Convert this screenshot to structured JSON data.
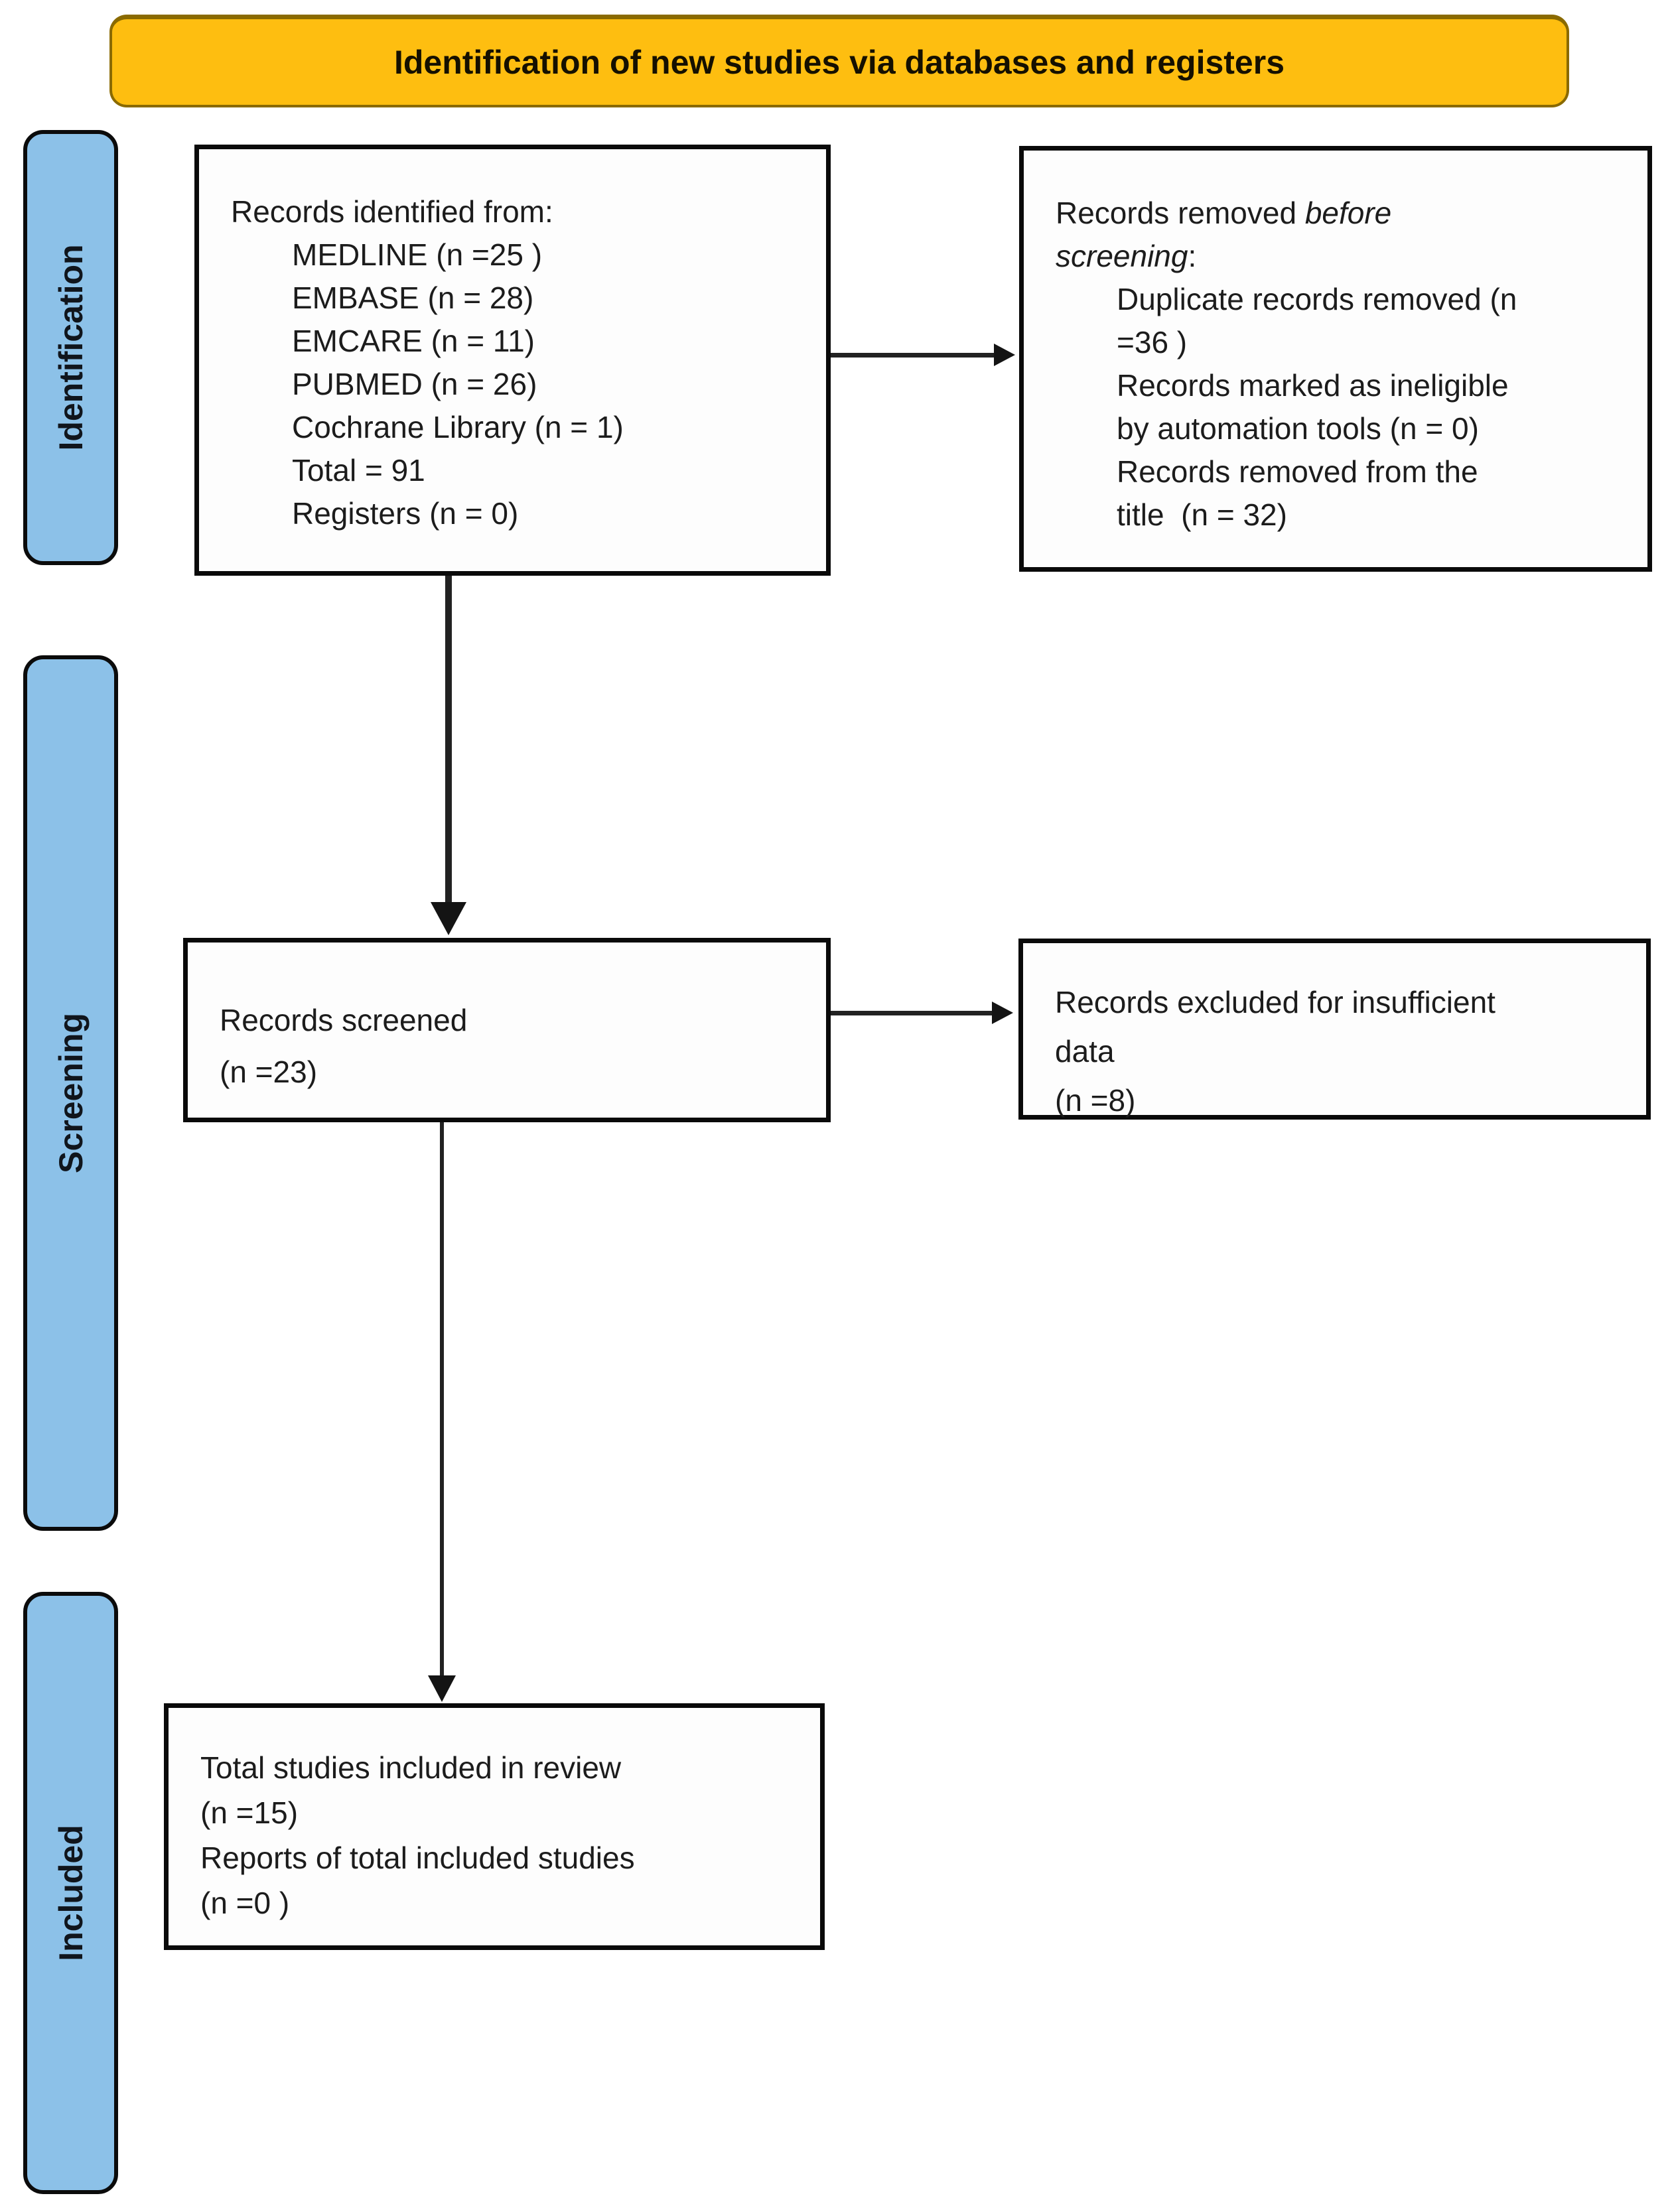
{
  "banner": {
    "title": "Identification of new studies via databases and registers"
  },
  "sidebar": {
    "identification": "Identification",
    "screening": "Screening",
    "included": "Included"
  },
  "boxes": {
    "identified": {
      "title": "Records identified from:",
      "items": [
        "MEDLINE (n =25 )",
        "EMBASE (n = 28)",
        "EMCARE (n = 11)",
        "PUBMED (n = 26)",
        "Cochrane Library (n = 1)",
        "Total = 91",
        "Registers (n = 0)"
      ]
    },
    "removed": {
      "line1_normal": "Records removed ",
      "line1_italic": "before",
      "line2_italic": "screening",
      "line2_suffix": ":",
      "items": [
        "Duplicate records removed (n",
        "=36 )",
        "Records marked as ineligible",
        "by automation tools (n = 0)",
        "Records removed from the",
        "title  (n = 32)"
      ]
    },
    "screened": {
      "lines": [
        "Records screened",
        "(n =23)"
      ]
    },
    "excluded": {
      "lines": [
        "Records excluded for insufficient",
        "data",
        "(n =8)"
      ]
    },
    "included": {
      "lines": [
        "Total studies included in review",
        "(n =15)",
        "Reports of total included studies",
        "(n =0 )"
      ]
    }
  },
  "colors": {
    "banner_fill": "#FEBE10",
    "stage_fill": "#8CC1E8",
    "box_border": "#0a0a0a"
  }
}
